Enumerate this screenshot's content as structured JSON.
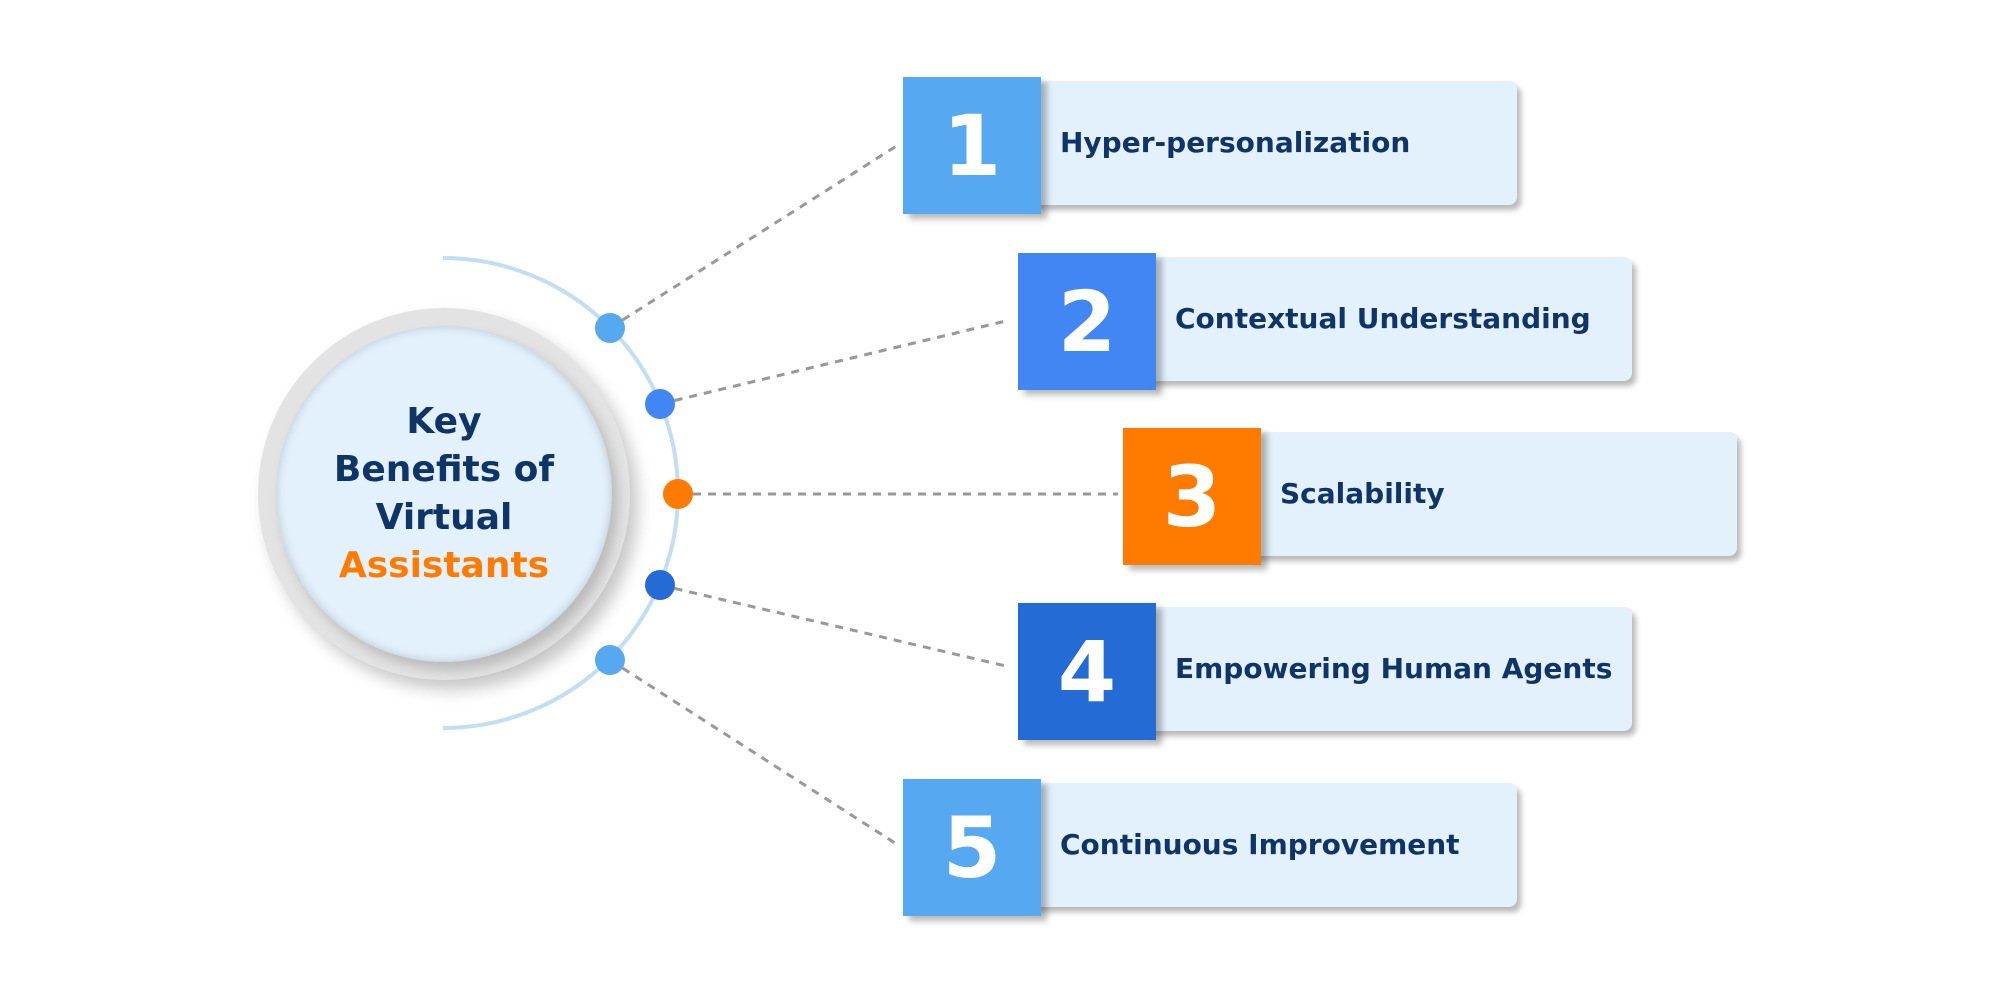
{
  "hub": {
    "lines": [
      "Key",
      "Benefits of",
      "Virtual"
    ],
    "accent_line": "Assistants",
    "text_color": "#0f3468",
    "accent_color": "#ff7b00"
  },
  "items": [
    {
      "number": "1",
      "label": "Hyper-personalization",
      "color": "#56a9f0"
    },
    {
      "number": "2",
      "label": "Contextual Understanding",
      "color": "#4186f2"
    },
    {
      "number": "3",
      "label": "Scalability",
      "color": "#ff7b00"
    },
    {
      "number": "4",
      "label": "Empowering Human Agents",
      "color": "#256bd6"
    },
    {
      "number": "5",
      "label": "Continuous Improvement",
      "color": "#56a9f0"
    }
  ]
}
